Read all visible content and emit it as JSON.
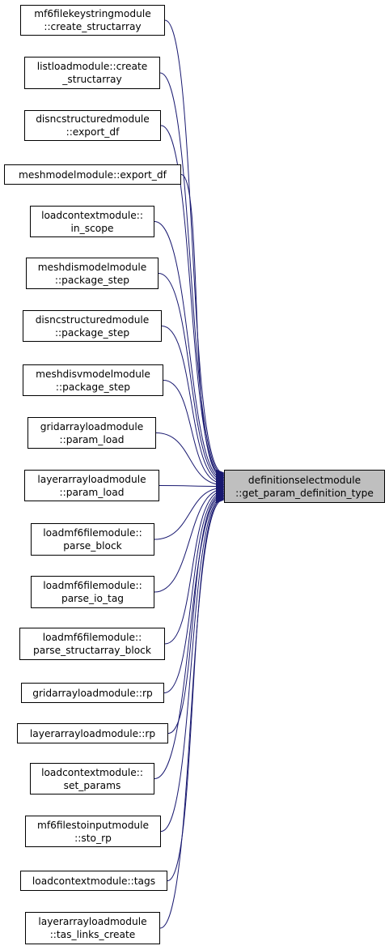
{
  "colors": {
    "edge": "#191970",
    "node_border": "#000000",
    "target_fill": "#bfbfbf",
    "node_fill": "#ffffff"
  },
  "target": {
    "label": "definitionselectmodule\n::get_param_definition_type"
  },
  "callers": [
    {
      "label": "mf6filekeystringmodule\n::create_structarray"
    },
    {
      "label": "listloadmodule::create\n_structarray"
    },
    {
      "label": "disncstructuredmodule\n::export_df"
    },
    {
      "label": "meshmodelmodule::export_df"
    },
    {
      "label": "loadcontextmodule::\nin_scope"
    },
    {
      "label": "meshdismodelmodule\n::package_step"
    },
    {
      "label": "disncstructuredmodule\n::package_step"
    },
    {
      "label": "meshdisvmodelmodule\n::package_step"
    },
    {
      "label": "gridarrayloadmodule\n::param_load"
    },
    {
      "label": "layerarrayloadmodule\n::param_load"
    },
    {
      "label": "loadmf6filemodule::\nparse_block"
    },
    {
      "label": "loadmf6filemodule::\nparse_io_tag"
    },
    {
      "label": "loadmf6filemodule::\nparse_structarray_block"
    },
    {
      "label": "gridarrayloadmodule::rp"
    },
    {
      "label": "layerarrayloadmodule::rp"
    },
    {
      "label": "loadcontextmodule::\nset_params"
    },
    {
      "label": "mf6filestoinputmodule\n::sto_rp"
    },
    {
      "label": "loadcontextmodule::tags"
    },
    {
      "label": "layerarrayloadmodule\n::tas_links_create"
    }
  ]
}
